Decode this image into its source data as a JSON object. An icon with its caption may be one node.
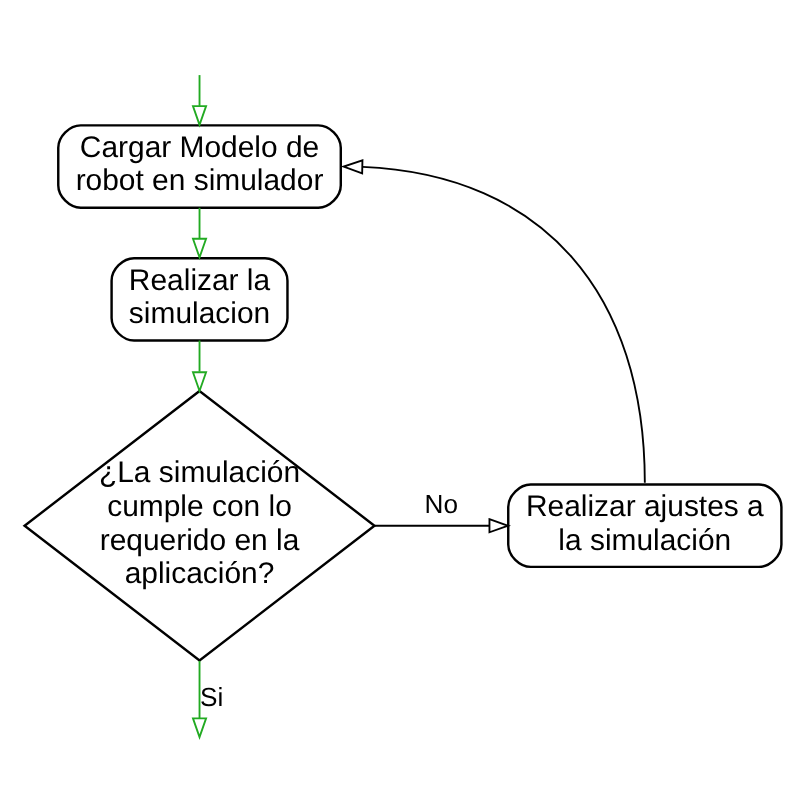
{
  "diagram": {
    "nodes": [
      {
        "text": [
          "Cargar Modelo de robot en simulador"
        ]
      },
      {
        "text": [
          "Realizar la simulacion"
        ]
      },
      {
        "text": [
          "¿La simulación cumple con lo requerido en la aplicación?"
        ]
      },
      {
        "text": [
          "Realizar ajustes a la simulación"
        ]
      }
    ],
    "edges": [
      {
        "from": null,
        "to": 0,
        "arrow": "to",
        "color": "#22aa22"
      },
      {
        "from": 0,
        "to": 1,
        "arrow": "to",
        "color": "#22aa22"
      },
      {
        "from": 1,
        "to": 2,
        "arrow": "to",
        "color": "#22aa22"
      },
      {
        "from": 2,
        "to": 3,
        "arrow": "to",
        "label": "No",
        "color": "#000000"
      },
      {
        "from": 3,
        "to": 0,
        "arrow": "to",
        "color": "#000000"
      },
      {
        "from": 2,
        "to": null,
        "arrow": "to",
        "label": "Si",
        "color": "#22aa22"
      }
    ]
  }
}
